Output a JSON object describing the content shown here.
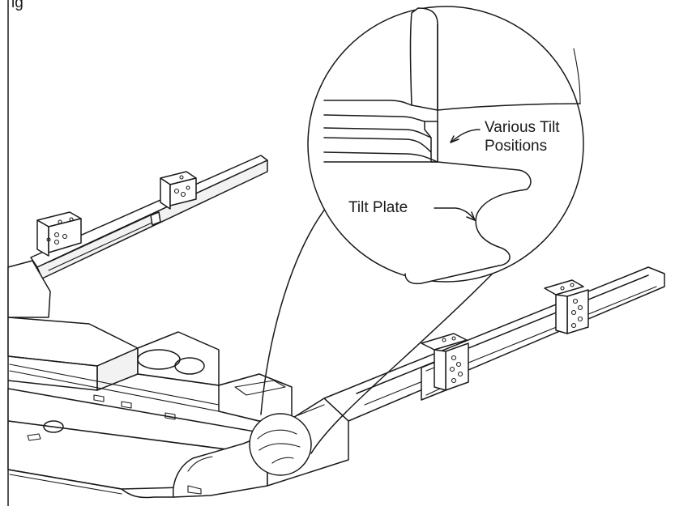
{
  "diagram": {
    "top_fragment": "ig",
    "labels": {
      "various_tilt": [
        "Various Tilt",
        "Positions"
      ],
      "tilt_plate": "Tilt Plate"
    },
    "colors": {
      "line": "#1a1a1a",
      "background": "#ffffff",
      "shade": "#f2f2f2"
    }
  }
}
